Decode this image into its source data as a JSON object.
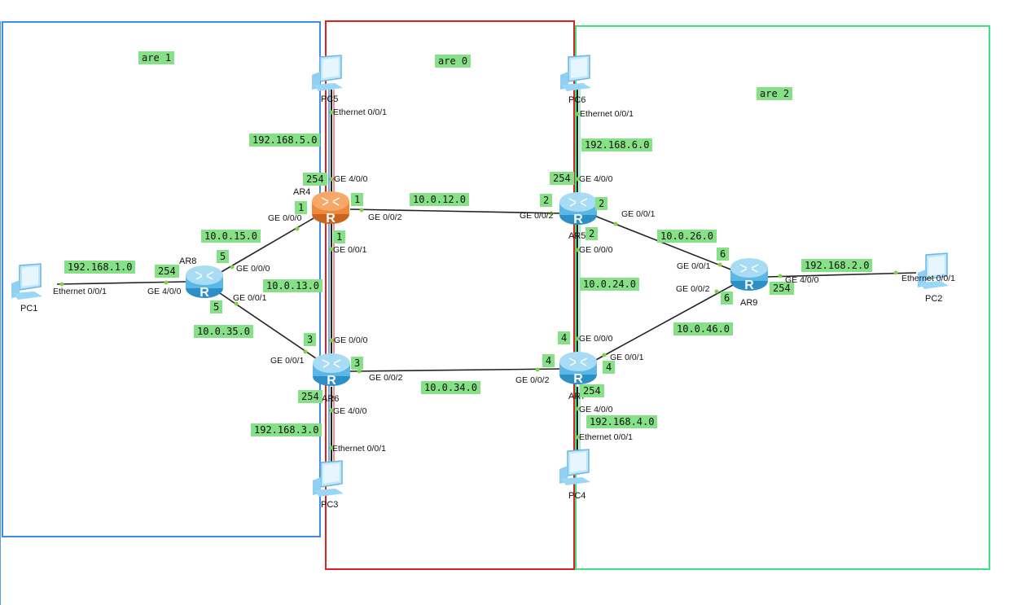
{
  "colors": {
    "area1": "#3a8ee6",
    "area0": "#e02020",
    "area2": "#3ee08a",
    "label_bg": "#86e086",
    "router": "#5bb8e6",
    "router_core": "#f0883a"
  },
  "areas": [
    {
      "id": "area1",
      "label": "are 1"
    },
    {
      "id": "area0",
      "label": "are 0"
    },
    {
      "id": "area2",
      "label": "are 2"
    }
  ],
  "routers": [
    {
      "id": "AR4",
      "name": "AR4",
      "icon": "router-icon"
    },
    {
      "id": "AR5",
      "name": "AR5",
      "icon": "router-icon"
    },
    {
      "id": "AR6",
      "name": "AR6",
      "icon": "router-icon"
    },
    {
      "id": "AR7",
      "name": "AR7",
      "icon": "router-icon"
    },
    {
      "id": "AR8",
      "name": "AR8",
      "icon": "router-icon"
    },
    {
      "id": "AR9",
      "name": "AR9",
      "icon": "router-icon"
    }
  ],
  "pcs": [
    {
      "id": "PC1",
      "name": "PC1",
      "icon": "pc-icon"
    },
    {
      "id": "PC2",
      "name": "PC2",
      "icon": "pc-icon"
    },
    {
      "id": "PC3",
      "name": "PC3",
      "icon": "pc-icon"
    },
    {
      "id": "PC4",
      "name": "PC4",
      "icon": "pc-icon"
    },
    {
      "id": "PC5",
      "name": "PC5",
      "icon": "pc-icon"
    },
    {
      "id": "PC6",
      "name": "PC6",
      "icon": "pc-icon"
    }
  ],
  "networks": [
    "192.168.1.0",
    "192.168.5.0",
    "192.168.6.0",
    "192.168.2.0",
    "192.168.3.0",
    "192.168.4.0",
    "10.0.15.0",
    "10.0.13.0",
    "10.0.35.0",
    "10.0.12.0",
    "10.0.34.0",
    "10.0.26.0",
    "10.0.24.0",
    "10.0.46.0"
  ],
  "host_ids": [
    "254",
    "254",
    "254",
    "1",
    "1",
    "1",
    "2",
    "2",
    "2",
    "3",
    "3",
    "4",
    "4",
    "4",
    "254",
    "5",
    "5",
    "6",
    "6",
    "254",
    "254"
  ],
  "ports": [
    "Ethernet 0/0/1",
    "GE 4/0/0",
    "GE 0/0/0",
    "GE 0/0/2",
    "GE 0/0/1",
    "Ethernet 0/0/1",
    "GE 4/0/0",
    "GE 0/0/2",
    "GE 0/0/1",
    "GE 0/0/0",
    "GE 0/0/1",
    "GE 0/0/0",
    "GE 0/0/1",
    "GE 0/0/0",
    "GE 0/0/2",
    "GE 4/0/0",
    "Ethernet 0/0/1",
    "GE 0/0/2",
    "GE 0/0/0",
    "GE 0/0/1",
    "GE 4/0/0",
    "Ethernet 0/0/1",
    "GE 0/0/1",
    "GE 0/0/2",
    "GE 4/0/0",
    "Ethernet 0/0/1",
    "Ethernet 0/0/1"
  ]
}
